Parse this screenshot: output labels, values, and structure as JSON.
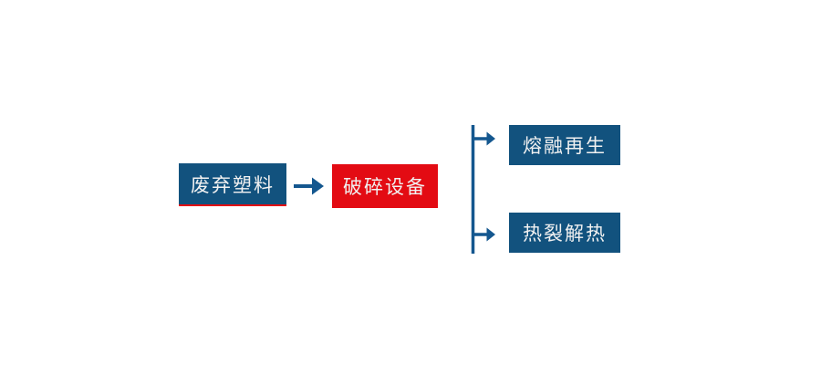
{
  "diagram": {
    "title": "waste-plastic-recycling-flowchart",
    "background": "#ffffff",
    "colors": {
      "node_blue": "#12527e",
      "node_red": "#e30b13",
      "underline_red": "#e30b13",
      "connector_blue": "#14578f",
      "label_text": "#f1f1f1"
    },
    "nodes": [
      {
        "id": "waste-plastic",
        "label": "废弃塑料",
        "style": "blue-with-red-underline"
      },
      {
        "id": "crushing-equipment",
        "label": "破碎设备",
        "style": "red"
      },
      {
        "id": "melt-regeneration",
        "label": "熔融再生",
        "style": "blue"
      },
      {
        "id": "pyrolysis-heat",
        "label": "热裂解热",
        "style": "blue"
      }
    ],
    "connections": [
      {
        "from": "waste-plastic",
        "to": "crushing-equipment",
        "type": "arrow-right"
      },
      {
        "from": "crushing-equipment",
        "to": "melt-regeneration",
        "type": "branch-arrow-right"
      },
      {
        "from": "crushing-equipment",
        "to": "pyrolysis-heat",
        "type": "branch-arrow-right"
      }
    ]
  }
}
